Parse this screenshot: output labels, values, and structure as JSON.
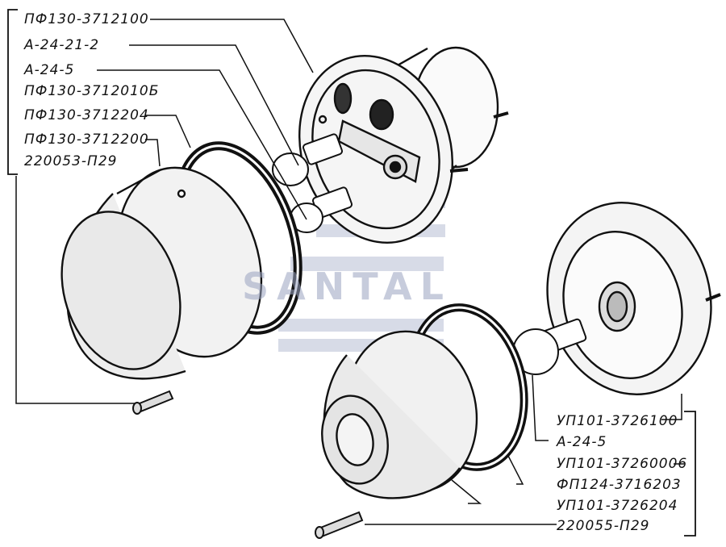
{
  "watermark": "SANTAL",
  "labels": {
    "l1": "ПФ130-3712100",
    "l2": "А-24-21-2",
    "l3": "А-24-5",
    "l4": "ПФ130-3712010Б",
    "l5": "ПФ130-3712204",
    "l6": "ПФ130-3712200",
    "l7": "220053-П29",
    "r1": "УП101-3726100",
    "r2": "А-24-5",
    "r3": "УП101-37260006",
    "r4": "ФП124-3716203",
    "r5": "УП101-3726204",
    "r6": "220055-П29"
  }
}
